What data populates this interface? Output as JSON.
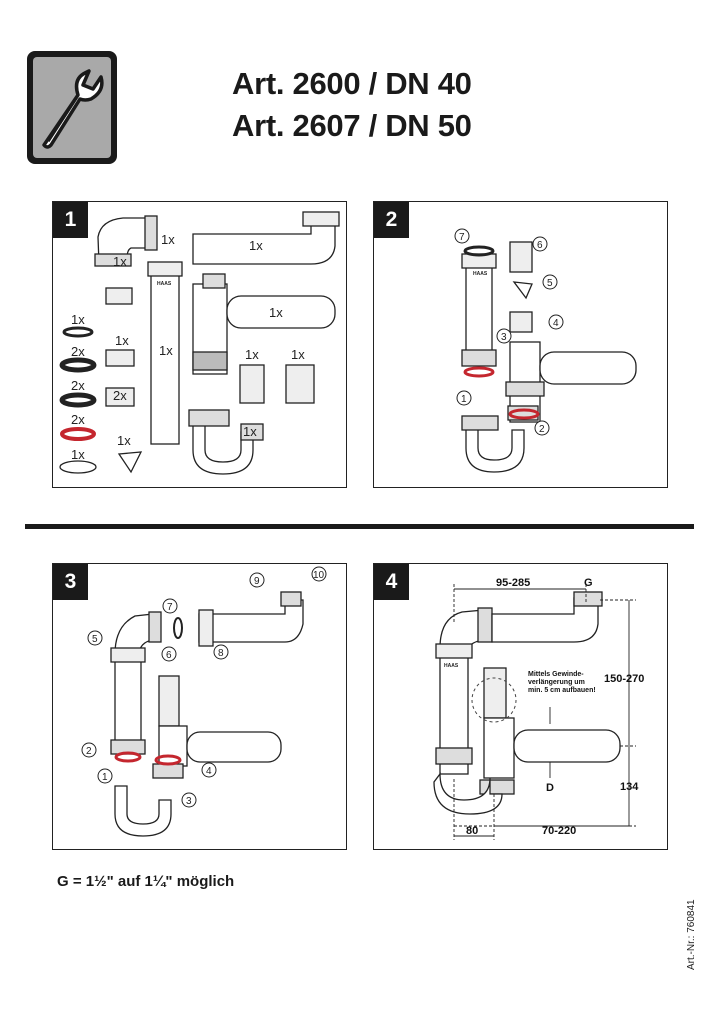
{
  "header": {
    "title_line_1": "Art. 2600 / DN 40",
    "title_line_2": "Art. 2607 / DN 50",
    "tool_icon": "wrench-icon"
  },
  "panels": [
    {
      "step": "1",
      "quantities": [
        "1x",
        "1x",
        "1x",
        "1x",
        "1x",
        "1x",
        "1x",
        "1x",
        "1x",
        "2x",
        "2x",
        "2x",
        "2x",
        "1x",
        "1x",
        "1x"
      ],
      "brand_mark": "HAAS"
    },
    {
      "step": "2",
      "callouts": [
        "7",
        "6",
        "5",
        "4",
        "3",
        "1",
        "2"
      ],
      "brand_mark": "HAAS"
    },
    {
      "step": "3",
      "callouts": [
        "7",
        "9",
        "10",
        "5",
        "6",
        "8",
        "2",
        "1",
        "4",
        "3"
      ]
    },
    {
      "step": "4",
      "dimensions": {
        "top_span": "95-285",
        "outlet_label": "G",
        "vertical_span": "150-270",
        "lower_vertical": "134",
        "bottom_left": "80",
        "bottom_right": "70-220",
        "diameter_label": "D"
      },
      "note": [
        "Mittels Gewinde-",
        "verlängerung um",
        "min. 5 cm aufbauen!"
      ],
      "brand_mark": "HAAS"
    }
  ],
  "footer": {
    "note": "G = 1½\" auf 1¼\" möglich",
    "article_number": "Art.-Nr.: 760841"
  }
}
